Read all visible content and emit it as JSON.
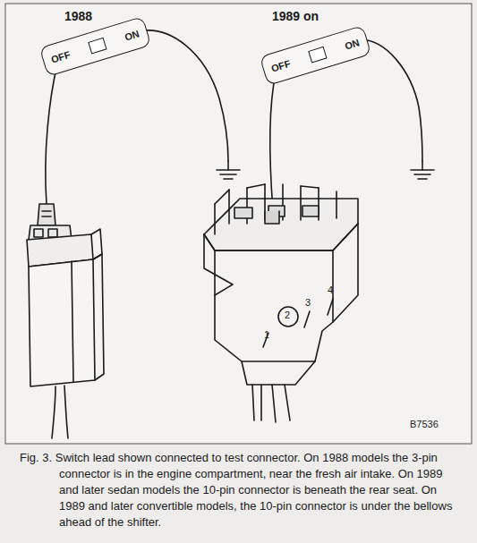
{
  "diagram": {
    "caption": "Fig. 3. Switch lead shown connected to test connector. On 1988 models the 3-pin connector is in the engine compartment, near the fresh air intake. On 1989 and later sedan models the 10-pin connector is beneath the rear seat. On 1989 and later convertible models, the 10-pin connector is under the bellows ahead of the shifter.",
    "nodes": [
      {
        "text": [
          "OFF",
          "ON"
        ]
      },
      {
        "text": [
          "OFF",
          "ON"
        ]
      }
    ],
    "labels": [
      "1988",
      "1989 on",
      "1",
      "2",
      "3",
      "4",
      "B7536"
    ]
  }
}
